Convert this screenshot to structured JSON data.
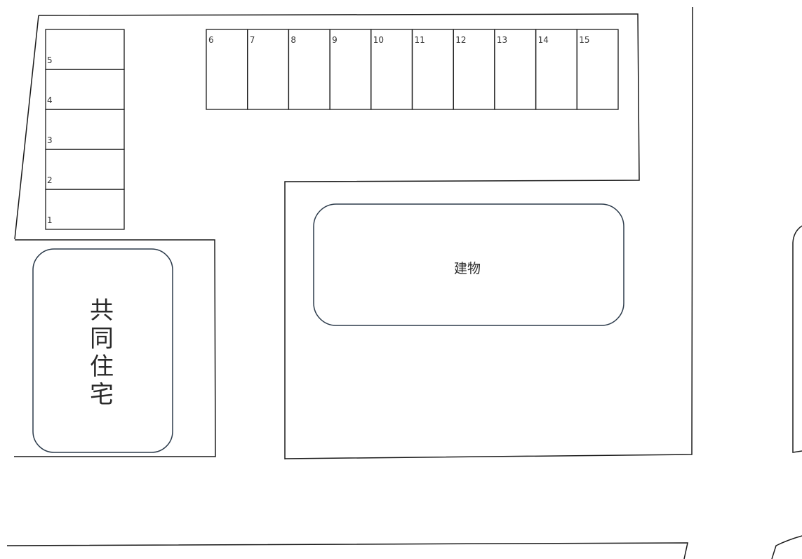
{
  "colors": {
    "line": "#1a1a1a",
    "building_outline": "#2b3a4a",
    "background": "#ffffff"
  },
  "parking_slots": {
    "left_column": [
      "5",
      "4",
      "3",
      "2",
      "1"
    ],
    "top_row": [
      "6",
      "7",
      "8",
      "9",
      "10",
      "11",
      "12",
      "13",
      "14",
      "15"
    ]
  },
  "buildings": {
    "main_label": "建物",
    "housing_chars": [
      "共",
      "同",
      "住",
      "宅"
    ]
  }
}
